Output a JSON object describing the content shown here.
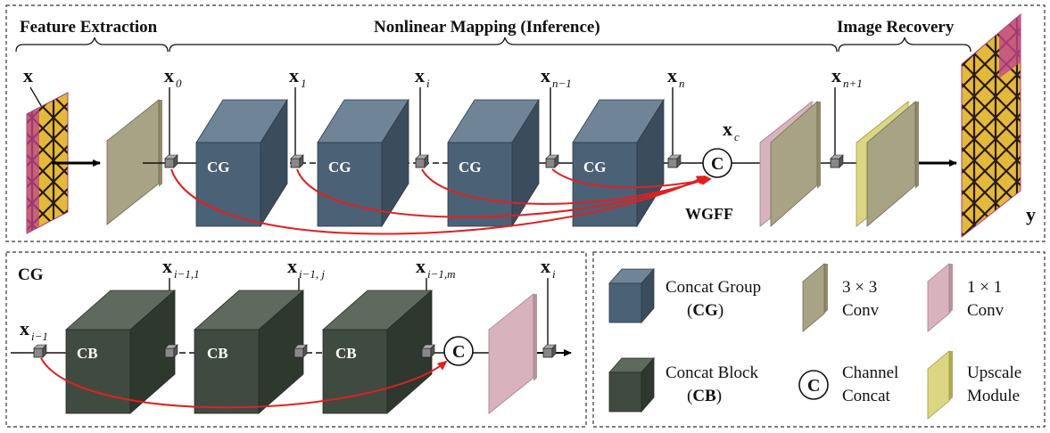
{
  "top": {
    "sections": [
      "Feature Extraction",
      "Nonlinear Mapping (Inference)",
      "Image Recovery"
    ],
    "input_label": "x",
    "output_label": "y",
    "nodes": [
      {
        "base": "x",
        "sub": "0"
      },
      {
        "base": "x",
        "sub": "1"
      },
      {
        "base": "x",
        "sub": "i"
      },
      {
        "base": "x",
        "sub": "n−1"
      },
      {
        "base": "x",
        "sub": "n"
      },
      {
        "base": "x",
        "sub": "n+1"
      }
    ],
    "concat_node": {
      "base": "x",
      "sub": "c"
    },
    "concat_symbol": "C",
    "fusion_label": "WGFF",
    "block_label": "CG"
  },
  "bottom_left": {
    "title": "CG",
    "nodes": [
      {
        "base": "x",
        "sub": "i−1"
      },
      {
        "base": "x",
        "sub": "i−1,1"
      },
      {
        "base": "x",
        "sub": "i−1, j"
      },
      {
        "base": "x",
        "sub": "i−1,m"
      },
      {
        "base": "x",
        "sub": "i"
      }
    ],
    "block_label": "CB",
    "concat_symbol": "C"
  },
  "legend": {
    "concat_group": {
      "line1": "Concat Group",
      "line2_pre": "(",
      "line2_bold": "CG",
      "line2_post": ")"
    },
    "conv3": {
      "line1": "3 × 3",
      "line2": "Conv"
    },
    "conv1": {
      "line1": "1 × 1",
      "line2": "Conv"
    },
    "concat_block": {
      "line1": "Concat Block",
      "line2_pre": "(",
      "line2_bold": "CB",
      "line2_post": ")"
    },
    "channel_concat": {
      "symbol": "C",
      "line1": "Channel",
      "line2": "Concat"
    },
    "upscale": {
      "line1": "Upscale",
      "line2": "Module"
    }
  },
  "colors": {
    "cg_front": "#4b6176",
    "cg_side": "#3b4c5d",
    "cg_top": "#6f8597",
    "cb_front": "#3f4b40",
    "cb_side": "#2f382f",
    "cb_top": "#5d6a5d",
    "conv3": "#a8a384",
    "conv1": "#d8b3bd",
    "upscale": "#dcd682",
    "skip_arrow": "#e02020"
  },
  "icons": [
    "butterfly-input-image",
    "butterfly-output-image"
  ]
}
